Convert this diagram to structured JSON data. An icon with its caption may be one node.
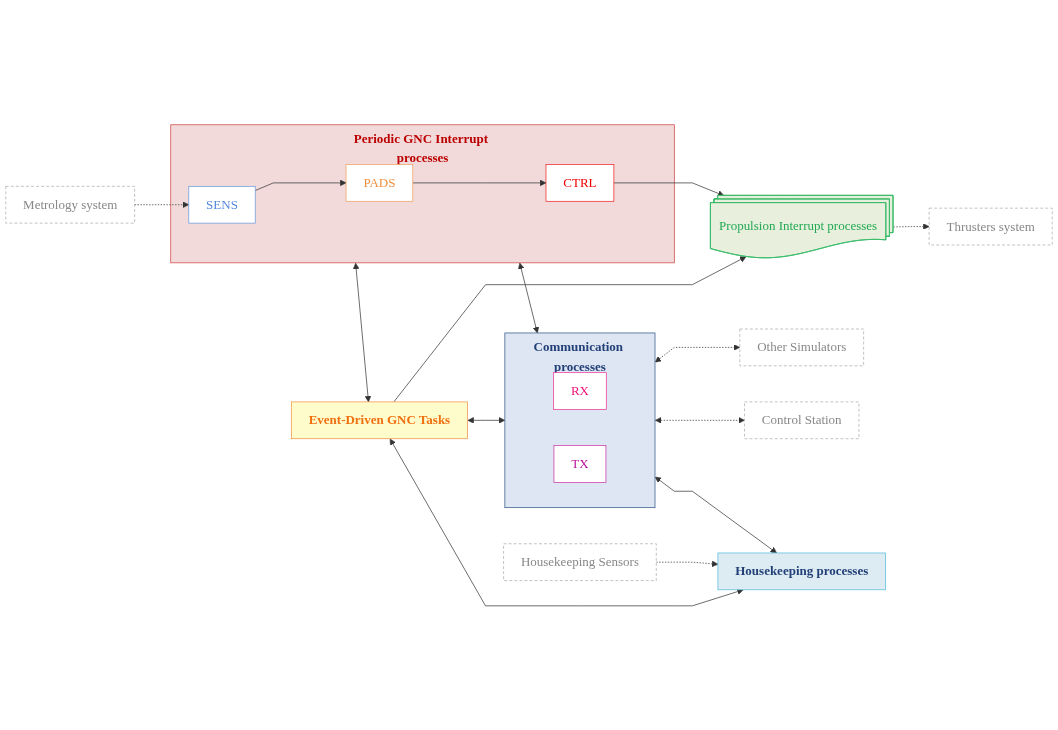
{
  "diagram": {
    "nodes": [
      {
        "text": [
          "Propulsion Interrupt processes"
        ]
      },
      {
        "text": [
          "Thrusters system"
        ]
      },
      {
        "text": [
          "Periodic GNC Interrupt processes"
        ]
      },
      {
        "text": [
          "Metrology system"
        ]
      },
      {
        "text": [
          "SENS"
        ],
        "in": 2
      },
      {
        "text": [
          "PADS"
        ],
        "in": 2
      },
      {
        "text": [
          "CTRL"
        ],
        "in": 2
      },
      {
        "text": [
          "Event-Driven GNC Tasks"
        ]
      },
      {
        "text": [
          "Communication processes"
        ]
      },
      {
        "text": [
          "Other Simulators"
        ]
      },
      {
        "text": [
          "RX"
        ],
        "in": 8
      },
      {
        "text": [
          "TX"
        ],
        "in": 8
      },
      {
        "text": [
          "Control Station"
        ]
      },
      {
        "text": [
          "Housekeeping Sensors"
        ]
      },
      {
        "text": [
          "Housekeeping processes"
        ]
      }
    ],
    "edges": [
      {
        "from": 0,
        "to": 1,
        "arrow": "to",
        "style": "dashed"
      },
      {
        "from": 7,
        "to": 0,
        "arrow": "to"
      },
      {
        "from": 6,
        "to": 0,
        "arrow": "to"
      },
      {
        "from": 3,
        "to": 4,
        "arrow": "to",
        "style": "dashed"
      },
      {
        "from": 4,
        "to": 5,
        "arrow": "to"
      },
      {
        "from": 5,
        "to": 6,
        "arrow": "to"
      },
      {
        "from": 2,
        "to": 7,
        "arrow": "both"
      },
      {
        "from": 2,
        "to": 8,
        "arrow": "both"
      },
      {
        "from": 7,
        "to": 8,
        "arrow": "both"
      },
      {
        "from": 8,
        "to": 9,
        "arrow": "both",
        "style": "dashed"
      },
      {
        "from": 8,
        "to": 12,
        "arrow": "both",
        "style": "dashed"
      },
      {
        "from": 7,
        "to": 14,
        "arrow": "both"
      },
      {
        "from": 8,
        "to": 14,
        "arrow": "both"
      },
      {
        "from": 13,
        "to": 14,
        "arrow": "to",
        "style": "dashed"
      }
    ]
  }
}
